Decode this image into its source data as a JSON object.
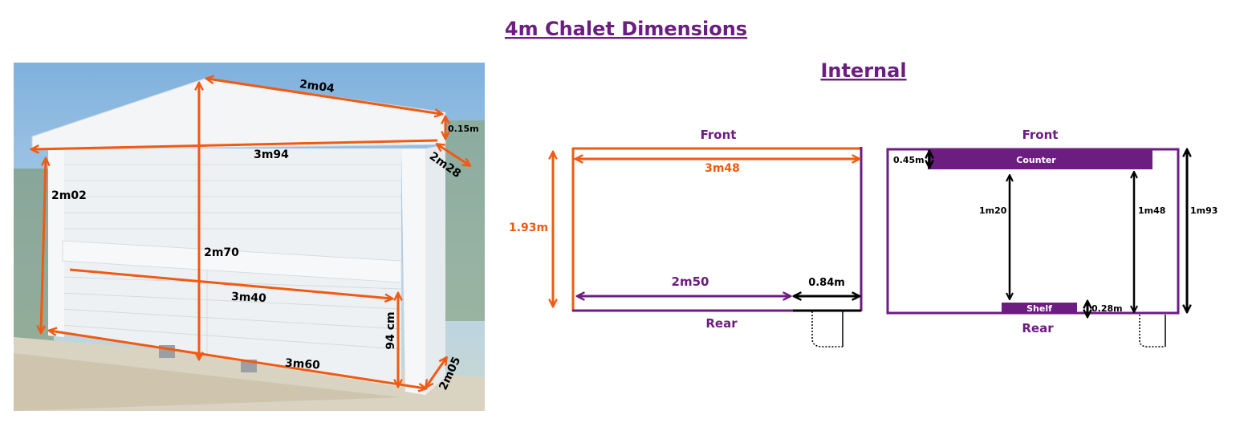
{
  "title": "4m Chalet Dimensions",
  "subtitle": "Internal",
  "colors": {
    "orange": "#f05a12",
    "purple": "#6c1d80",
    "black": "#000000"
  },
  "photo": {
    "labels": {
      "roof_slope": "2m04",
      "roof_thickness": "0.15m",
      "roof_width": "3m94",
      "roof_depth": "2m28",
      "wall_height": "2m02",
      "peak_height": "2m70",
      "opening_width": "3m40",
      "counter_height": "94 cm",
      "base_width": "3m60",
      "base_depth": "2m05"
    }
  },
  "plan_left": {
    "front": "Front",
    "rear": "Rear",
    "width": "3m48",
    "depth": "1.93m",
    "rear_wall": "2m50",
    "door": "0.84m"
  },
  "plan_right": {
    "front": "Front",
    "rear": "Rear",
    "counter": "Counter",
    "shelf": "Shelf",
    "counter_depth": "0.45m",
    "counter_to_shelf": "1m20",
    "counter_to_rear": "1m48",
    "total_depth": "1m93",
    "shelf_depth": "0.28m"
  }
}
